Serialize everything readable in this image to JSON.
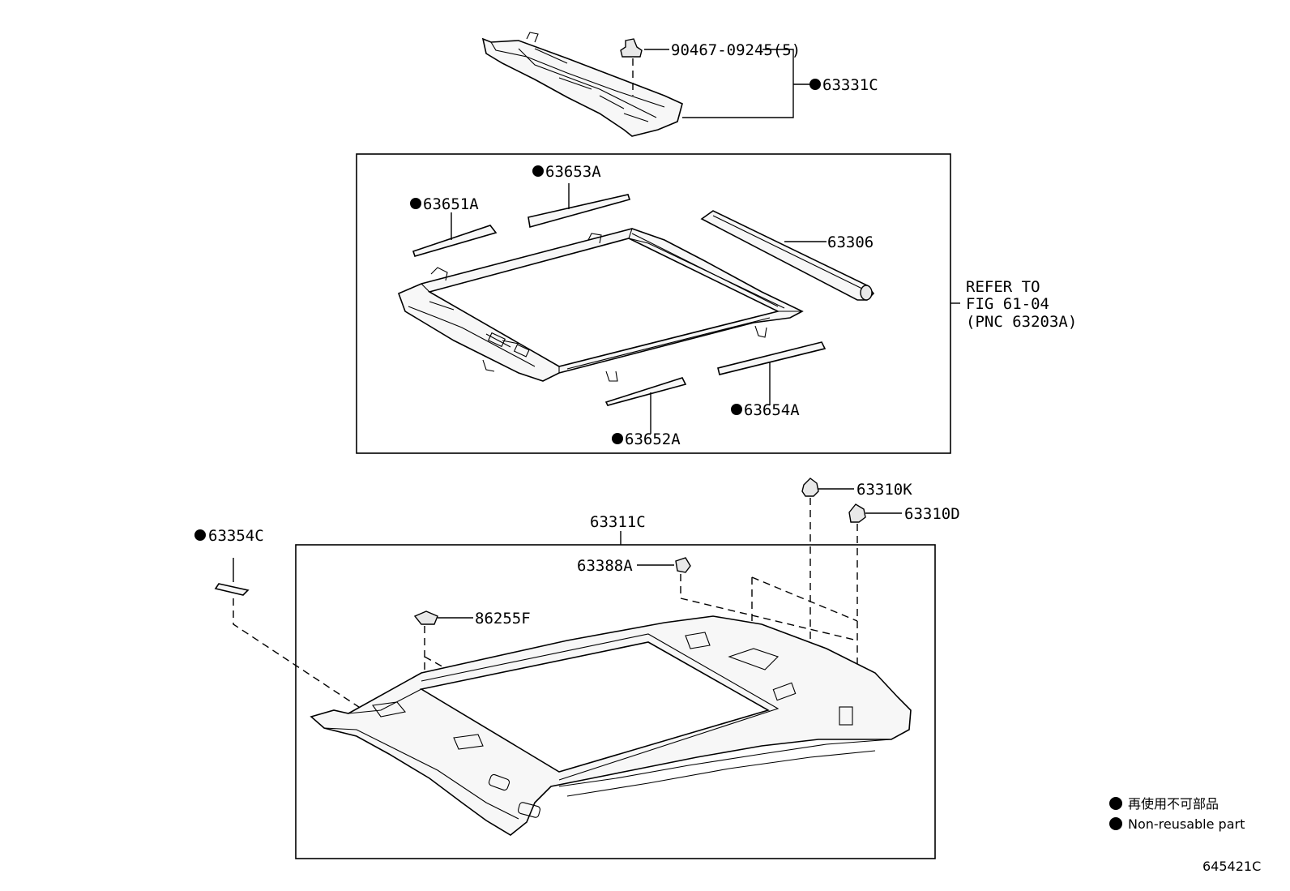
{
  "parts": {
    "clip_90467": "90467-09245(5)",
    "trim_63331c": "63331C",
    "weatherstrip_63653a": "63653A",
    "weatherstrip_63651a": "63651A",
    "shade_63306": "63306",
    "weatherstrip_63654a": "63654A",
    "weatherstrip_63652a": "63652A",
    "clip_63310k": "63310K",
    "clip_63310d": "63310D",
    "headlining_63311c": "63311C",
    "clip_63388a": "63388A",
    "holder_86255f": "86255F",
    "plate_63354c": "63354C"
  },
  "reference": {
    "line1": "REFER TO",
    "line2": "FIG 61-04",
    "line3": "(PNC 63203A)"
  },
  "legend": {
    "jp": "再使用不可部品",
    "en": "Non-reusable part"
  },
  "figure_code": "645421C",
  "colors": {
    "ink": "#000000",
    "paper": "#ffffff"
  }
}
